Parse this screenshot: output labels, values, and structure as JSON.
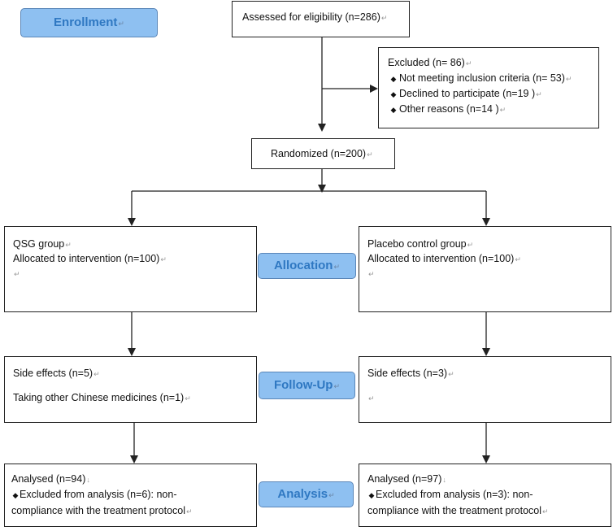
{
  "return_mark": "↵",
  "arrow_mark": "↓",
  "bullet_icon": "diamond-bullet",
  "stages": {
    "enrollment": "Enrollment",
    "allocation": "Allocation",
    "follow_up": "Follow-Up",
    "analysis": "Analysis"
  },
  "assessed": {
    "text": "Assessed for eligibility (n=286)"
  },
  "excluded": {
    "title": "Excluded (n= 86)",
    "items": [
      "Not meeting inclusion criteria (n= 53)",
      "Declined to participate (n=19 )",
      "Other reasons (n=14 )"
    ]
  },
  "randomized": {
    "text": "Randomized (n=200)"
  },
  "left_arm": {
    "group": "QSG group",
    "allocated": "Allocated to intervention (n=100)",
    "side_effects": "Side effects (n=5)",
    "other_medicines": "Taking other Chinese medicines (n=1)",
    "analysed": "Analysed (n=94)",
    "excluded_line1": "Excluded from analysis (n=6):  non-",
    "excluded_line2": "compliance with the treatment protocol"
  },
  "right_arm": {
    "group": "Placebo control group",
    "allocated": "Allocated to intervention (n=100)",
    "side_effects": "Side effects (n=3)",
    "analysed": "Analysed (n=97)",
    "excluded_line1": "Excluded from analysis (n=3):  non-",
    "excluded_line2": "compliance with the treatment protocol"
  },
  "colors": {
    "stage_fill": "#8ec0f1",
    "stage_text": "#2f78c2",
    "line": "#222222"
  }
}
